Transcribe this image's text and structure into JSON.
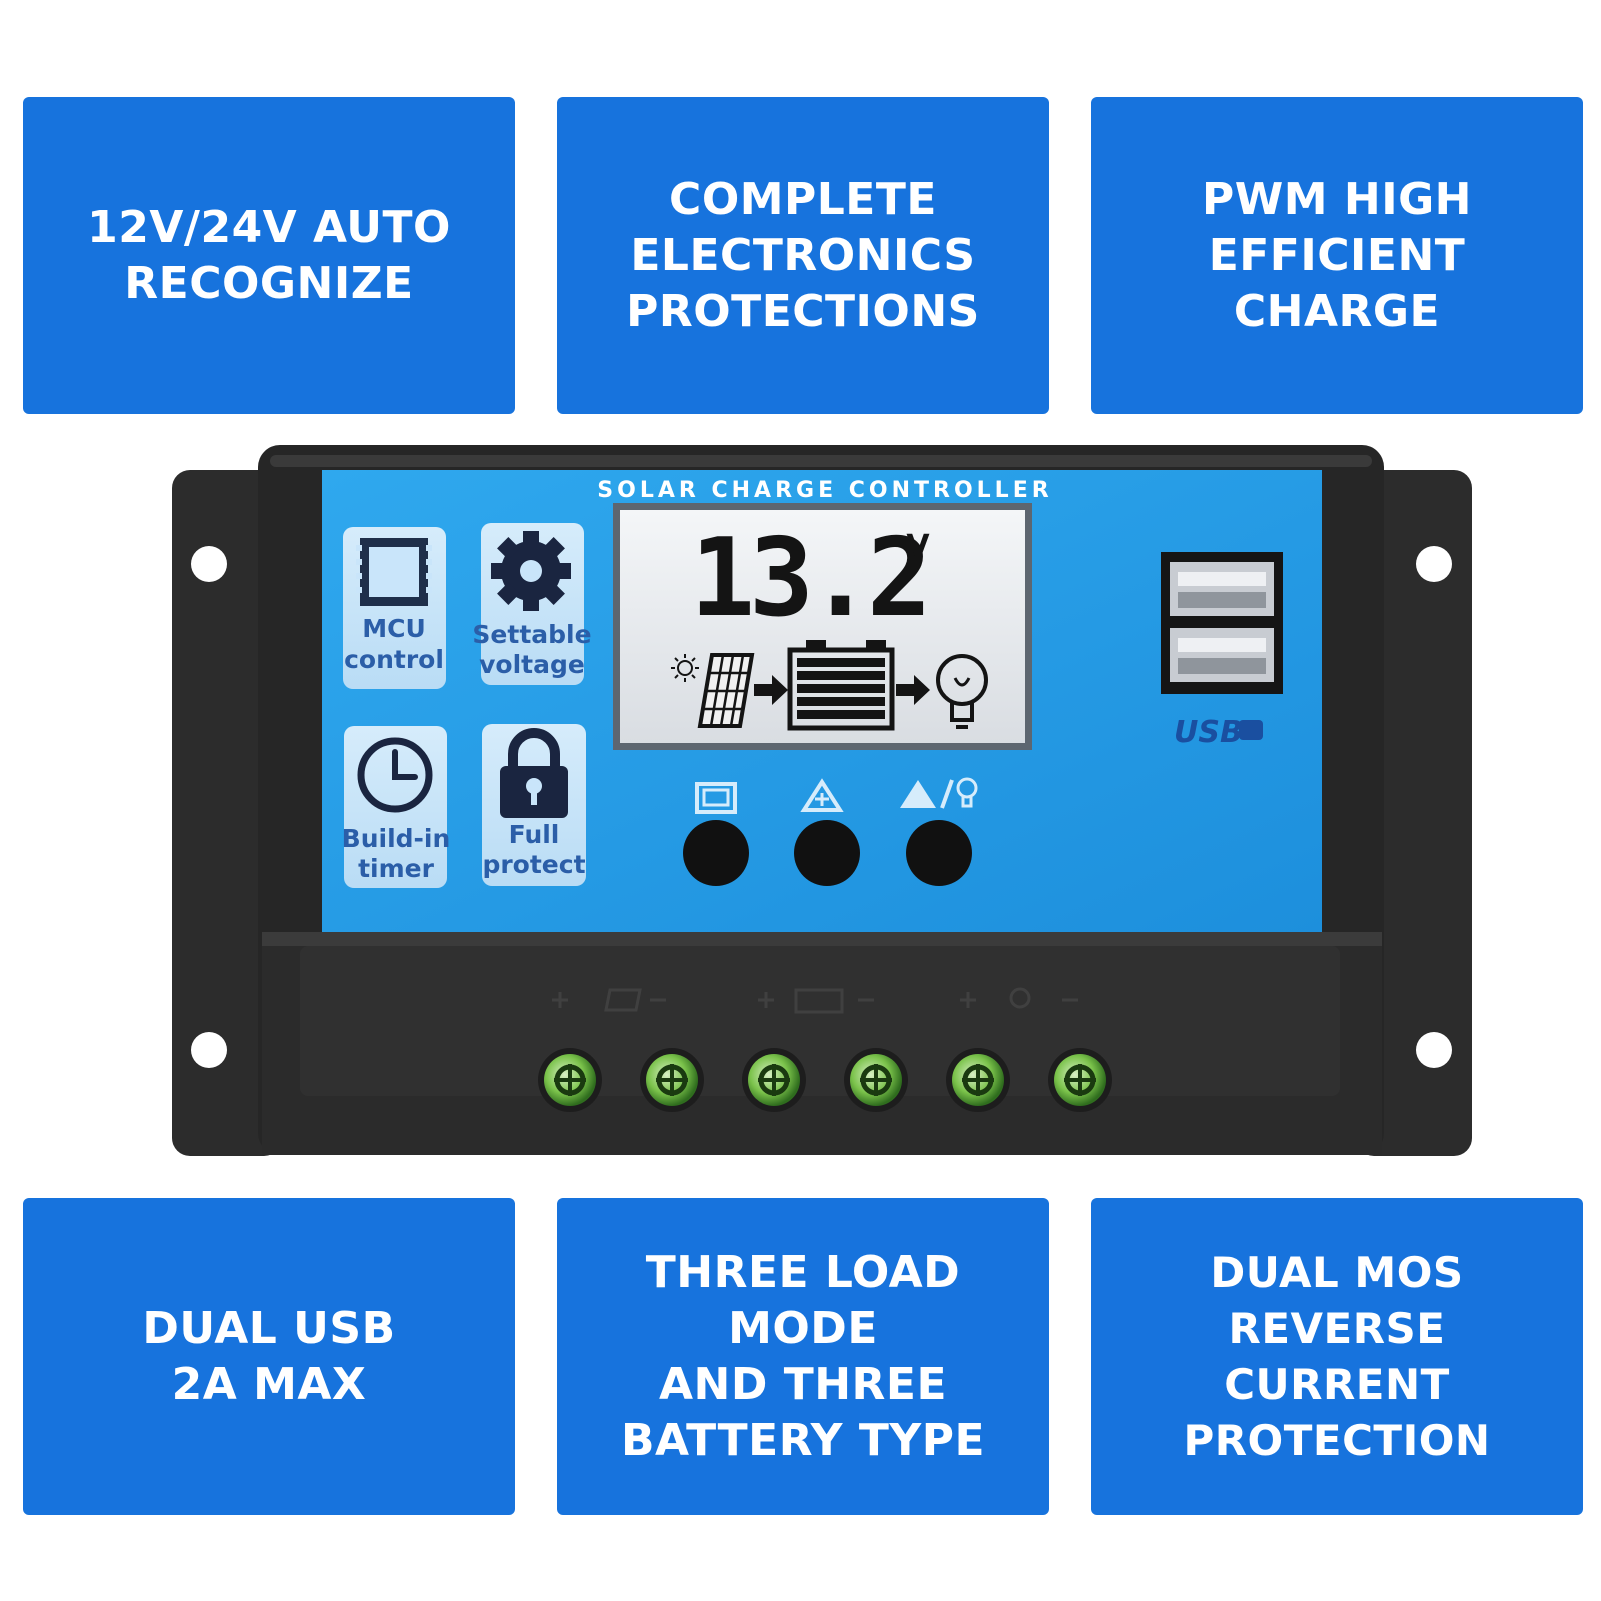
{
  "features": [
    {
      "text": "12V/24V AUTO\nRECOGNIZE"
    },
    {
      "text": "COMPLETE\nELECTRONICS\nPROTECTIONS"
    },
    {
      "text": "PWM HIGH\nEFFICIENT CHARGE"
    },
    {
      "text": "DUAL USB\n2A MAX"
    },
    {
      "text": "THREE LOAD MODE\nAND THREE\nBATTERY TYPE"
    },
    {
      "text": "DUAL MOS REVERSE\nCURRENT\nPROTECTION"
    }
  ],
  "device": {
    "panel_title": "SOLAR CHARGE CONTROLLER",
    "lcd": {
      "value": "13.2",
      "unit": "V"
    },
    "tiles": [
      {
        "line1": "MCU",
        "line2": "control",
        "icon": "chip-icon"
      },
      {
        "line1": "Settable",
        "line2": "voltage",
        "icon": "gear-icon"
      },
      {
        "line1": "Build-in",
        "line2": "timer",
        "icon": "clock-icon"
      },
      {
        "line1": "Full",
        "line2": "protect",
        "icon": "lock-icon"
      }
    ],
    "usb_label": "USB",
    "buttons": [
      {
        "icon": "menu-icon"
      },
      {
        "icon": "up-arrow-icon"
      },
      {
        "icon": "up-arrow-bulb-icon"
      }
    ]
  },
  "colors": {
    "feature_bg": "#1773dd",
    "panel_blue": "#29a0e8",
    "housing": "#2a2a2a",
    "terminal_green": "#7ac24a"
  }
}
